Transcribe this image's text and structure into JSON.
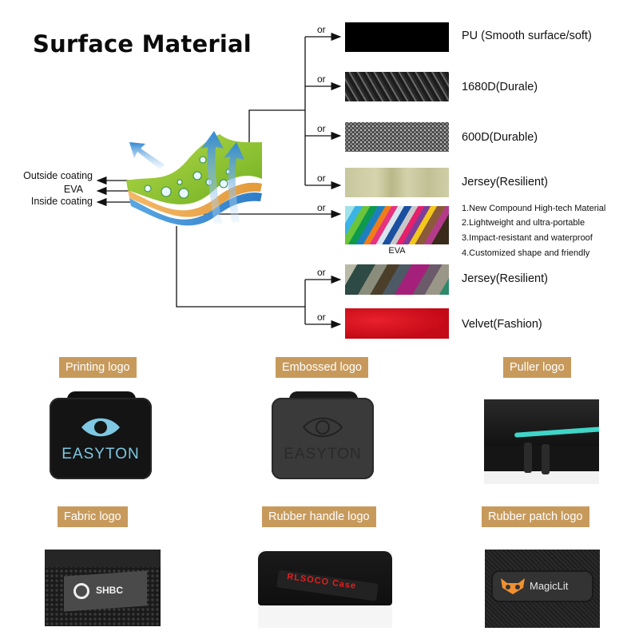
{
  "title": "Surface Material",
  "diagram": {
    "connector_label": "or",
    "layers": [
      {
        "label": "Outside coating"
      },
      {
        "label": "EVA"
      },
      {
        "label": "Inside coating"
      }
    ],
    "materials": [
      {
        "name": "PU (Smooth surface/soft)",
        "swatch_color": "#000000"
      },
      {
        "name": "1680D(Durale)",
        "swatch_color": "#3a3a3a"
      },
      {
        "name": "600D(Durable)",
        "swatch_color": "#5a5a5a"
      },
      {
        "name": "Jersey(Resilient)",
        "swatch_color": "#c9c89e"
      },
      {
        "name": "EVA",
        "swatch_caption": "EVA",
        "features": [
          "1.New Compound High-tech Material",
          "2.Lightweight and ultra-portable",
          "3.Impact-resistant and waterproof",
          "4.Customized shape and friendly"
        ]
      },
      {
        "name": "Jersey(Resilient)",
        "swatch_color": "#6b6b6b"
      },
      {
        "name": "Velvet(Fashion)",
        "swatch_color": "#d8101c"
      }
    ]
  },
  "logo_options": [
    {
      "label": "Printing logo",
      "brand_text": "EASYTON"
    },
    {
      "label": "Embossed logo",
      "brand_text": "EASYTON"
    },
    {
      "label": "Puller logo"
    },
    {
      "label": "Fabric logo",
      "brand_text": "SHBC"
    },
    {
      "label": "Rubber handle logo",
      "brand_text": "RLSOCO Case"
    },
    {
      "label": "Rubber patch logo",
      "brand_text": "MagicLit"
    }
  ],
  "colors": {
    "badge": "#c79a5c",
    "accent_teal": "#3fd6c8",
    "logo_blue": "#7ec8e3",
    "velvet_red": "#d8101c"
  }
}
